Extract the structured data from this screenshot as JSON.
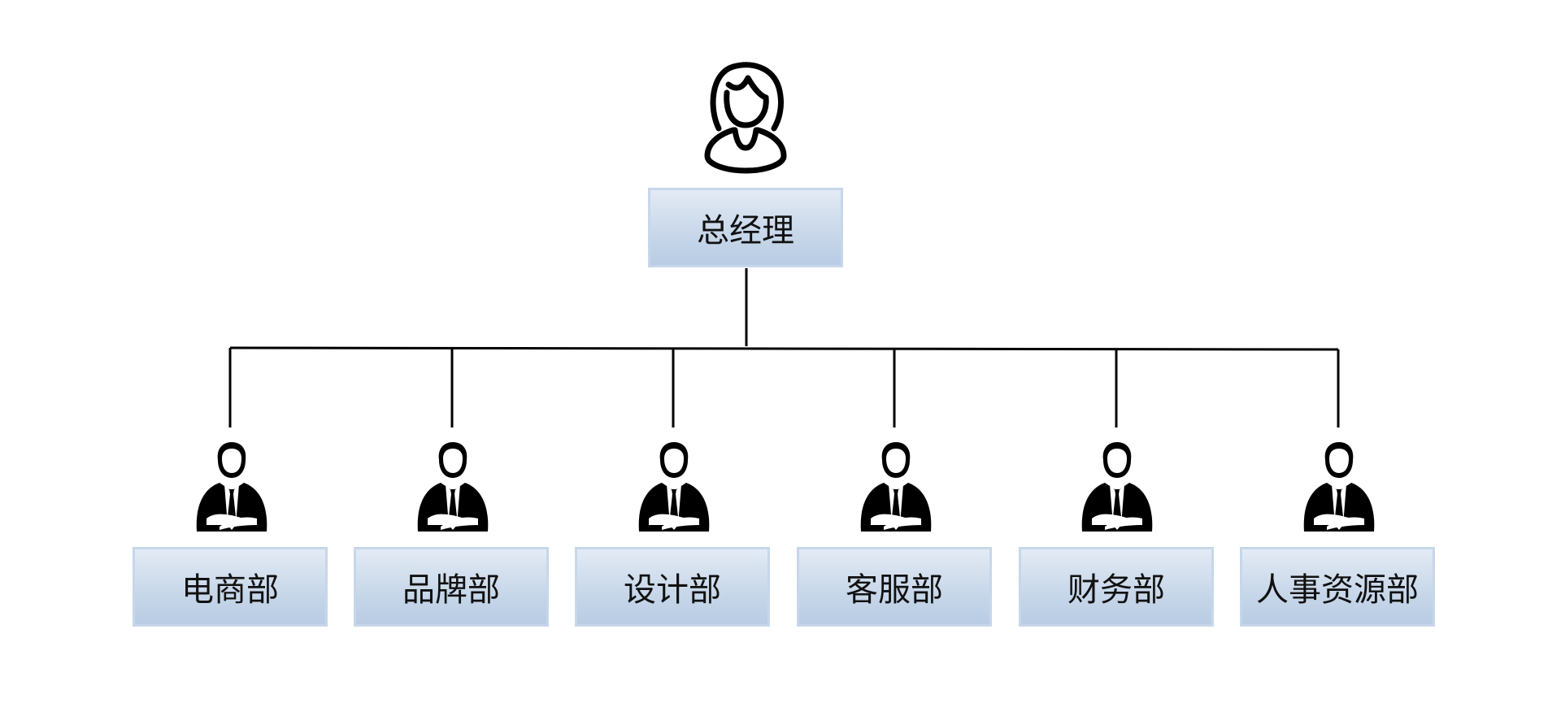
{
  "colors": {
    "box_top": "#e3ebf5",
    "box_bottom": "#b9cce4",
    "box_border": "#c7d7ea",
    "line": "#000000",
    "text": "#111111"
  },
  "root": {
    "label": "总经理",
    "icon": "female-person-outline-icon"
  },
  "departments": [
    {
      "label": "电商部",
      "icon": "businessman-icon"
    },
    {
      "label": "品牌部",
      "icon": "businessman-icon"
    },
    {
      "label": "设计部",
      "icon": "businessman-icon"
    },
    {
      "label": "客服部",
      "icon": "businessman-icon"
    },
    {
      "label": "财务部",
      "icon": "businessman-icon"
    },
    {
      "label": "人事资源部",
      "icon": "businessman-icon"
    }
  ]
}
